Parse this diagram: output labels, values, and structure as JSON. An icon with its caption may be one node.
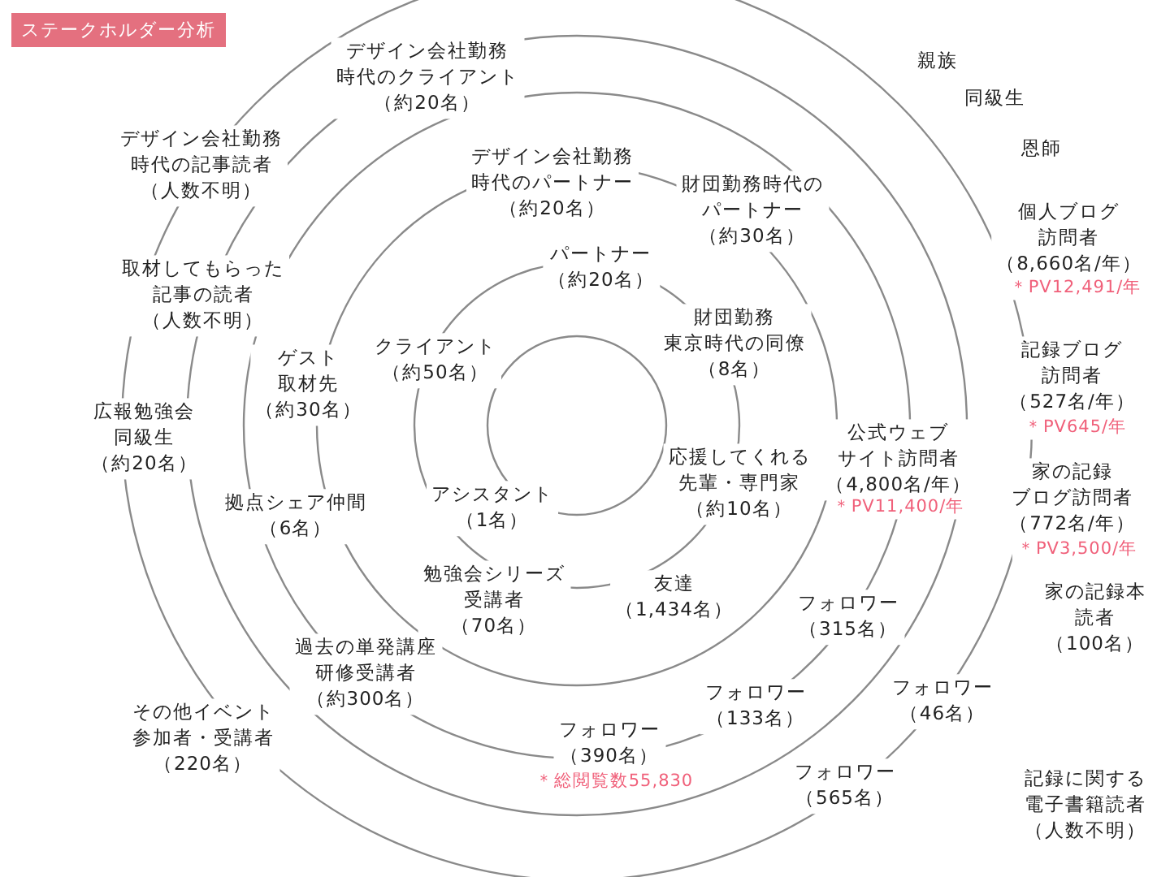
{
  "diagram": {
    "title": "ステークホルダー分析",
    "labels": [
      "親族",
      "デザイン会社勤務時代のクライアント（約20名）",
      "同級生",
      "恩師",
      "デザイン会社勤務時代の記事読者（人数不明）",
      "デザイン会社勤務時代のパートナー（約20名）",
      "財団勤務時代のパートナー（約30名）",
      "個人ブログ訪問者（8,660名/年）",
      "＊PV12,491/年",
      "パートナー（約20名）",
      "取材してもらった記事の読者（人数不明）",
      "財団勤務東京時代の同僚（8名）",
      "クライアント（約50名）",
      "ゲスト取材先（約30名）",
      "記録ブログ訪問者（527名/年）",
      "＊PV645/年",
      "広報勉強会同級生（約20名）",
      "公式ウェブサイト訪問者（4,800名/年）",
      "＊PV11,400/年",
      "応援してくれる先輩・専門家（約10名）",
      "家の記録ブログ訪問者（772名/年）",
      "＊PV3,500/年",
      "拠点シェア仲間（6名）",
      "アシスタント（1名）",
      "勉強会シリーズ受講者（70名）",
      "友達（1,434名）",
      "フォロワー（315名）",
      "家の記録本読者（100名）",
      "過去の単発講座研修受講者（約300名）",
      "フォロワー（133名）",
      "フォロワー（46名）",
      "その他イベント参加者・受講者（220名）",
      "フォロワー（390名）",
      "＊総閲覧数55,830",
      "フォロワー（565名）",
      "記録に関する電子書籍読者（人数不明）"
    ]
  }
}
